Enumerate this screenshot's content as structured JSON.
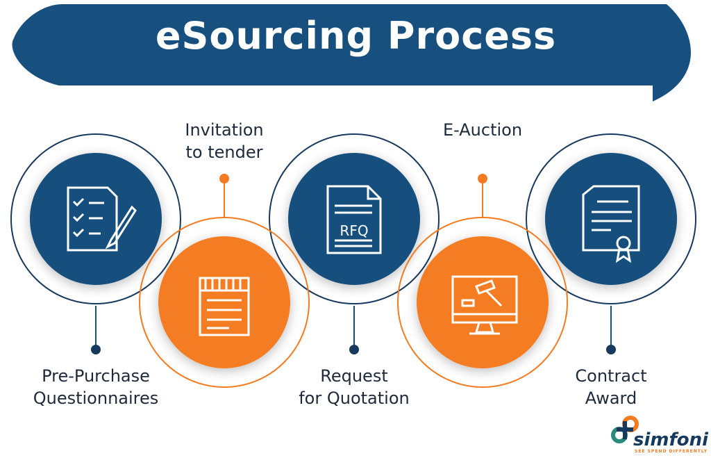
{
  "title": "eSourcing Process",
  "colors": {
    "blue": "#17507e",
    "orange": "#f47b20",
    "dark": "#1e2a3a"
  },
  "steps": [
    {
      "label_lines": [
        "Pre-Purchase",
        "Questionnaires"
      ],
      "icon": "checklist-icon",
      "color": "blue"
    },
    {
      "label_lines": [
        "Invitation",
        "to tender"
      ],
      "icon": "notepad-icon",
      "color": "orange"
    },
    {
      "label_lines": [
        "Request",
        "for Quotation"
      ],
      "icon": "rfq-document-icon",
      "icon_text": "RFQ",
      "color": "blue"
    },
    {
      "label_lines": [
        "E-Auction"
      ],
      "icon": "auction-gavel-monitor-icon",
      "color": "orange"
    },
    {
      "label_lines": [
        "Contract",
        "Award"
      ],
      "icon": "certificate-icon",
      "color": "blue"
    }
  ],
  "logo": {
    "name": "simfoni",
    "tagline": "SEE SPEND DIFFERENTLY"
  }
}
